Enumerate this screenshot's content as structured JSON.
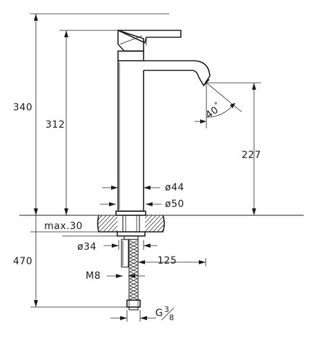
{
  "drawing": {
    "dimensions": {
      "overall_height": "340",
      "spout_height": "312",
      "outlet_height": "227",
      "spray_angle": "40",
      "body_diameter": "ø44",
      "base_diameter": "ø50",
      "max_thickness": "max.30",
      "hole_diameter": "ø34",
      "hose_length": "470",
      "hose_offset": "125",
      "thread_rod": "M8",
      "connection_main": "G",
      "connection_num": "3",
      "connection_den": "8"
    }
  }
}
